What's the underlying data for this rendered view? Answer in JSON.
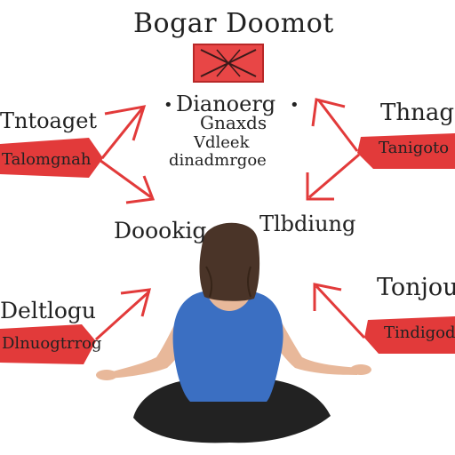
{
  "diagram": {
    "title": "Bogar Doomot",
    "center_labels": [
      "Dianoerg",
      "Gnaxds",
      "Vdleek",
      "dinadmrgoe"
    ],
    "left_top_label": "Tntoaget",
    "right_top_label": "Thnago",
    "mid_left_label": "Doookig",
    "mid_right_label": "Tlbdiung",
    "left_bottom_label": "Deltlogu",
    "right_bottom_label": "Tonjou",
    "band_left_top": "Talomgnah",
    "band_right_top": "Tanigoto",
    "band_left_bottom": "Dlnuogtrrog",
    "band_right_bottom": "Tindigod"
  },
  "colors": {
    "accent_red": "#e23a3a",
    "shirt_blue": "#3b6fc2",
    "hair_brown": "#4a3428",
    "skin": "#e8b89a",
    "pants_dark": "#222222"
  },
  "icons": {
    "top_box": "red-x-box-icon"
  }
}
